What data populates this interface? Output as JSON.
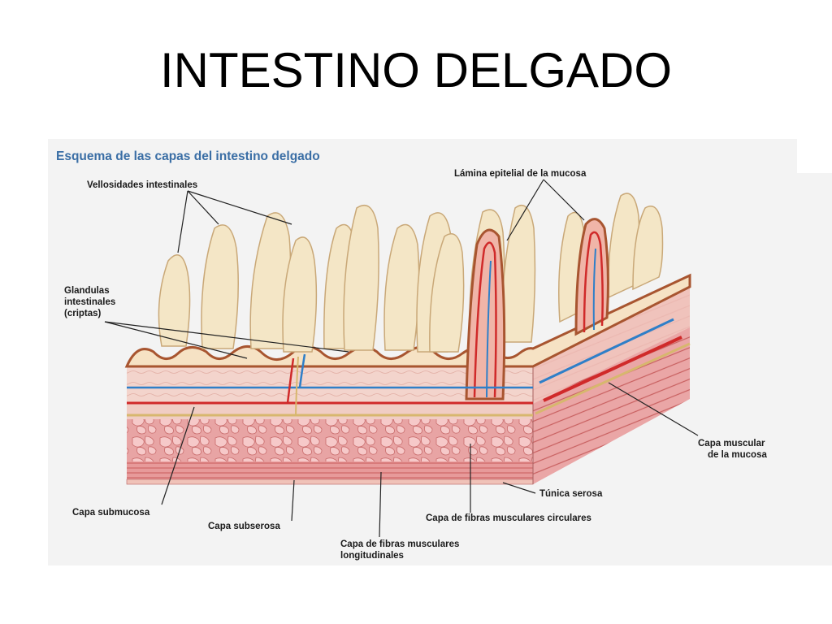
{
  "slide": {
    "title": "INTESTINO DELGADO"
  },
  "figure": {
    "title": "Esquema de las capas del intestino delgado",
    "colors": {
      "title": "#3a6ea5",
      "villus": "#f4e6c6",
      "mucosa_edge": "#a85530",
      "muscle": "#e59a9a",
      "artery": "#d02a2a",
      "vein": "#2f7fc8",
      "nerve": "#d7b76e"
    },
    "labels": {
      "villi": "Vellosidades intestinales",
      "glands": [
        "Glandulas",
        "intestinales",
        "(criptas)"
      ],
      "epithelium": "Lámina epitelial de la mucosa",
      "muscularis_mucosae": [
        "Capa muscular",
        "de la mucosa"
      ],
      "serosa": "Túnica serosa",
      "circular": "Capa de fibras musculares circulares",
      "submucosa": "Capa submucosa",
      "subserosa": "Capa subserosa",
      "longitudinal": [
        "Capa de fibras musculares",
        "longitudinales"
      ]
    }
  }
}
